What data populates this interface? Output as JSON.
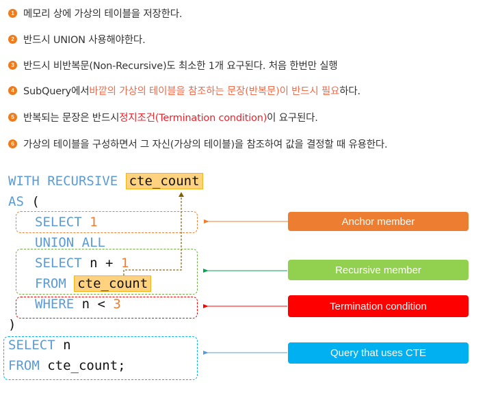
{
  "rules": [
    {
      "num": "1",
      "parts": [
        {
          "text": "메모리 상에 가상의 테이블을 저장한다.",
          "style": "normal"
        }
      ]
    },
    {
      "num": "2",
      "parts": [
        {
          "text": "반드시 UNION 사용해야한다.",
          "style": "normal"
        }
      ]
    },
    {
      "num": "3",
      "parts": [
        {
          "text": "반드시 비반복문(Non-Recursive)도 최소한 1개 요구된다. 처음 한번만 실행",
          "style": "normal"
        }
      ]
    },
    {
      "num": "4",
      "parts": [
        {
          "text": "SubQuery에서 ",
          "style": "normal"
        },
        {
          "text": "바깥의 가상의 테이블을 참조하는 문장(반복문)이 반드시 필요",
          "style": "orange"
        },
        {
          "text": "하다.",
          "style": "normal"
        }
      ]
    },
    {
      "num": "5",
      "parts": [
        {
          "text": "반복되는 문장은 반드시 ",
          "style": "normal"
        },
        {
          "text": "정지조건(Termination condition)",
          "style": "red"
        },
        {
          "text": "이 요구된다.",
          "style": "normal"
        }
      ]
    },
    {
      "num": "6",
      "parts": [
        {
          "text": "가상의 테이블을 구성하면서 그 자신(가상의 테이블)을 참조하여 값을 결정할 때 유용한다.",
          "style": "normal"
        }
      ]
    }
  ],
  "code": {
    "line1_kw": "WITH RECURSIVE",
    "cte_name": "cte_count",
    "line2_kw": "AS",
    "line2_paren": " (",
    "anchor_kw": "SELECT",
    "anchor_num": "1",
    "union": "UNION ALL",
    "rec_select_kw": "SELECT",
    "rec_expr": " n + ",
    "rec_num": "1",
    "rec_from_kw": "FROM",
    "rec_from_table": "cte_count",
    "where_kw": "WHERE",
    "where_expr": " n < ",
    "where_num": "3",
    "close_paren": ")",
    "final_select_kw": "SELECT",
    "final_select_expr": " n",
    "final_from_kw": "FROM",
    "final_from_expr": " cte_count;"
  },
  "labels": {
    "anchor": {
      "text": "Anchor member",
      "color": "#ed7d31"
    },
    "recursive": {
      "text": "Recursive member",
      "color": "#92d050"
    },
    "termination": {
      "text": "Termination condition",
      "color": "#ff0000"
    },
    "query": {
      "text": "Query that uses CTE",
      "color": "#00b0f0"
    }
  }
}
